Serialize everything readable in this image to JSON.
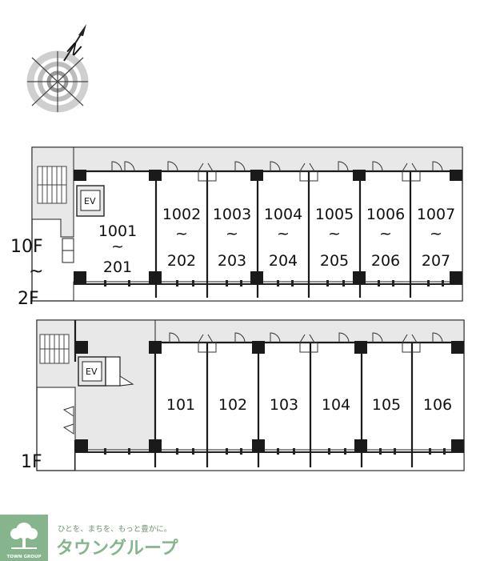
{
  "compass": {
    "north_label": "N"
  },
  "upper_plan": {
    "floor_top": "10F",
    "floor_sep": "~",
    "floor_bottom": "2F",
    "ev_label": "EV",
    "rooms": [
      {
        "top": "1001",
        "sep": "~",
        "bottom": "201"
      },
      {
        "top": "1002",
        "sep": "~",
        "bottom": "202"
      },
      {
        "top": "1003",
        "sep": "~",
        "bottom": "203"
      },
      {
        "top": "1004",
        "sep": "~",
        "bottom": "204"
      },
      {
        "top": "1005",
        "sep": "~",
        "bottom": "205"
      },
      {
        "top": "1006",
        "sep": "~",
        "bottom": "206"
      },
      {
        "top": "1007",
        "sep": "~",
        "bottom": "207"
      }
    ]
  },
  "lower_plan": {
    "floor": "1F",
    "ev_label": "EV",
    "rooms": [
      "101",
      "102",
      "103",
      "104",
      "105",
      "106"
    ]
  },
  "footer": {
    "tagline": "ひとを、まちを、もっと豊かに。",
    "brand_name": "タウングループ",
    "logo_text": "TOWN GROUP"
  },
  "colors": {
    "corridor": "#e8e8e8",
    "wall": "#1a1a1a",
    "brand_green": "#86b58d"
  }
}
